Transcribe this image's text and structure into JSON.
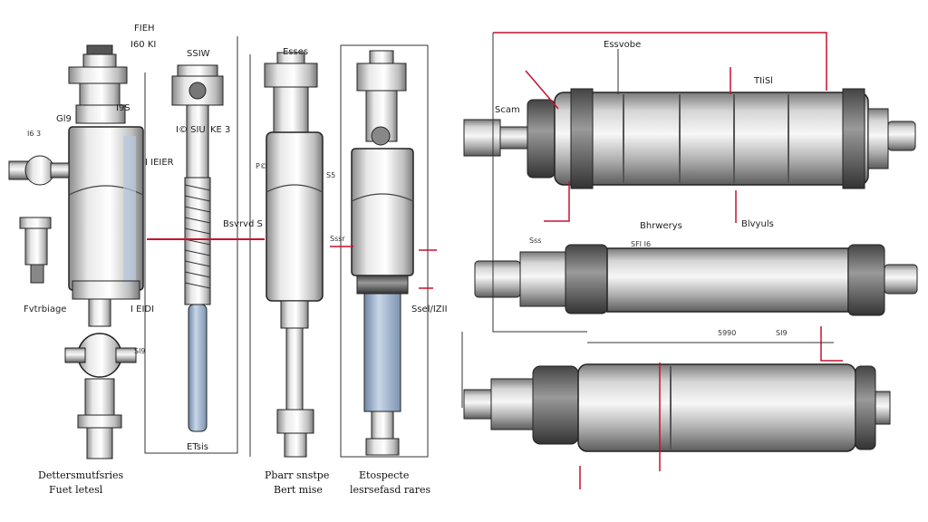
{
  "colors": {
    "background": "#ffffff",
    "ink": "#222222",
    "leader_red": "#c8102e",
    "metal_light": "#e6e6e6",
    "metal_mid": "#b8b8b8",
    "metal_dark": "#6d6d6d",
    "glass_blue": "#a9bdd6"
  },
  "icons": [
    "pump-assembly-icon",
    "valve-body-icon",
    "hydraulic-cylinder-icon",
    "piston-rod-icon",
    "threaded-shaft-icon"
  ],
  "labels": {
    "a1": "FIEH",
    "a2": "I60 KI",
    "a3": "I9S",
    "a4": "Gl9",
    "a5": "I6 3",
    "a6": "I IEIER",
    "a7": "Fvtrbiage",
    "a8": "I EIDI",
    "a9": "Sl9",
    "b1": "SSIW",
    "b2": "I© SIU",
    "b3": "KE 3",
    "b4": "Bsvrvd S",
    "b5": "ETsis",
    "c1": "Esses",
    "c2": "P©",
    "c3": "S5",
    "c4": "Sssr",
    "c5": "Ssel/IZII",
    "d1": "Essvobe",
    "d2": "Scam",
    "d3": "TIiSl",
    "d4": "Bhrwerys",
    "d5": "Blvyuls",
    "d6": "Sss",
    "d7": "SFI I6",
    "d8": "5990",
    "d9": "SI9"
  },
  "captions": {
    "left_line1": "Dettersmutfsries",
    "left_line2": "Fuet letesl",
    "mid_line1": "Pbarr snstpe",
    "mid_line2": "Bert mise",
    "right_line1": "Etospecte",
    "right_line2": "lesrsefasd rares"
  }
}
